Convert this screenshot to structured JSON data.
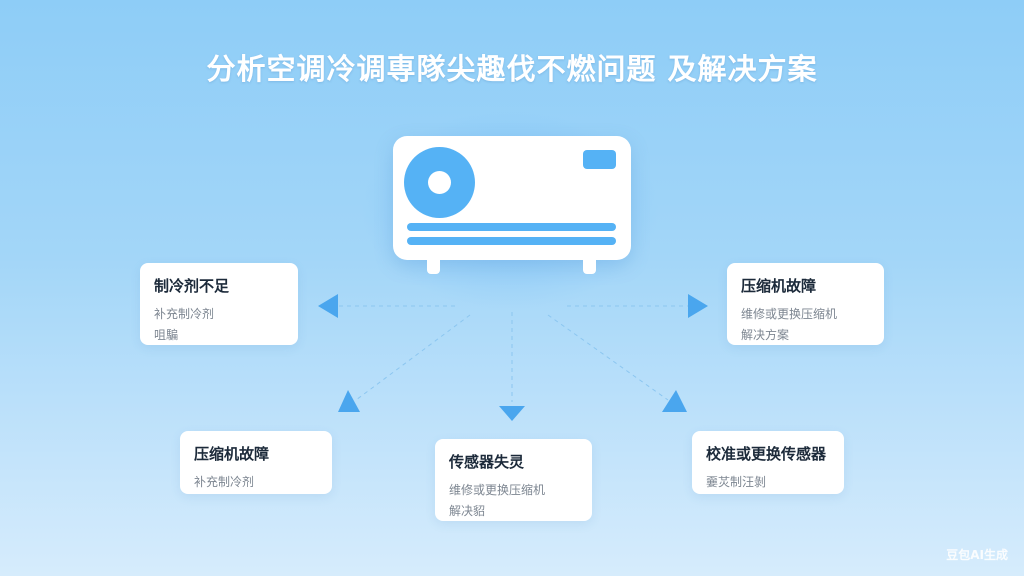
{
  "title": "分析空调冷调専隊尖趣伐不燃问题 及解决方案",
  "device": {
    "icon": "air-conditioner-icon",
    "accent_color": "#55b2f5"
  },
  "cards": [
    {
      "title": "制冷剂不足",
      "lines": [
        "补充制冷剂",
        "咀騙"
      ]
    },
    {
      "title": "压缩机故障",
      "lines": [
        "维修或更换压缩机",
        "解决方案"
      ]
    },
    {
      "title": "压缩机故障",
      "lines": [
        "补充制冷剂"
      ]
    },
    {
      "title": "传感器失灵",
      "lines": [
        "维修或更换压缩机",
        "解决貂"
      ]
    },
    {
      "title": "校准或更换传感器",
      "lines": [
        "嫑炗制汪剝"
      ]
    }
  ],
  "watermark": "豆包AI生成",
  "colors": {
    "background_top": "#8ecdf7",
    "background_bottom": "#d6ecfc",
    "arrow": "#4aa6ee",
    "title_text": "#ffffff"
  }
}
